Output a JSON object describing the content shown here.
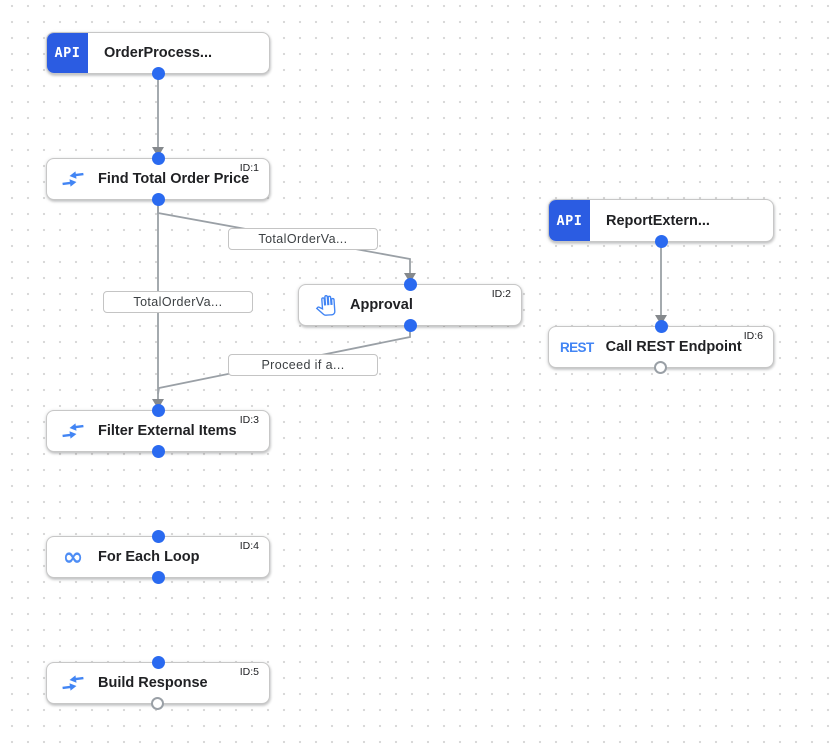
{
  "canvas": {
    "background": "#ffffff",
    "grid_dot_color": "#d9d9d9"
  },
  "colors": {
    "api_badge_blue": "#2b5ce2",
    "icon_blue": "#4285f4",
    "connector_blue": "#2a6af0",
    "edge_gray": "#9aa0a6",
    "node_border_gray": "#c7c7c7"
  },
  "nodes": [
    {
      "key": "order-process-trigger",
      "type": "api-trigger",
      "icon": "api-badge",
      "icon_text": "API",
      "title": "OrderProcess...",
      "id_badge": ""
    },
    {
      "key": "find-total-order-price",
      "type": "task",
      "icon": "data-mapping-icon",
      "title": "Find Total Order Price",
      "id_badge": "ID:1"
    },
    {
      "key": "report-extern-trigger",
      "type": "api-trigger",
      "icon": "api-badge",
      "icon_text": "API",
      "title": "ReportExtern...",
      "id_badge": ""
    },
    {
      "key": "approval",
      "type": "task",
      "icon": "approval-hand-icon",
      "title": "Approval",
      "id_badge": "ID:2"
    },
    {
      "key": "call-rest-endpoint",
      "type": "task",
      "icon": "rest-text-icon",
      "icon_text": "REST",
      "title": "Call REST Endpoint",
      "id_badge": "ID:6"
    },
    {
      "key": "filter-external-items",
      "type": "task",
      "icon": "data-mapping-icon",
      "title": "Filter External Items",
      "id_badge": "ID:3"
    },
    {
      "key": "for-each-loop",
      "type": "task",
      "icon": "infinity-icon",
      "icon_glyph": "∞",
      "title": "For Each Loop",
      "id_badge": "ID:4"
    },
    {
      "key": "build-response",
      "type": "task",
      "icon": "data-mapping-icon",
      "title": "Build Response",
      "id_badge": "ID:5"
    }
  ],
  "edge_labels": [
    {
      "text": "TotalOrderVa..."
    },
    {
      "text": "TotalOrderVa..."
    },
    {
      "text": "Proceed if a..."
    }
  ]
}
